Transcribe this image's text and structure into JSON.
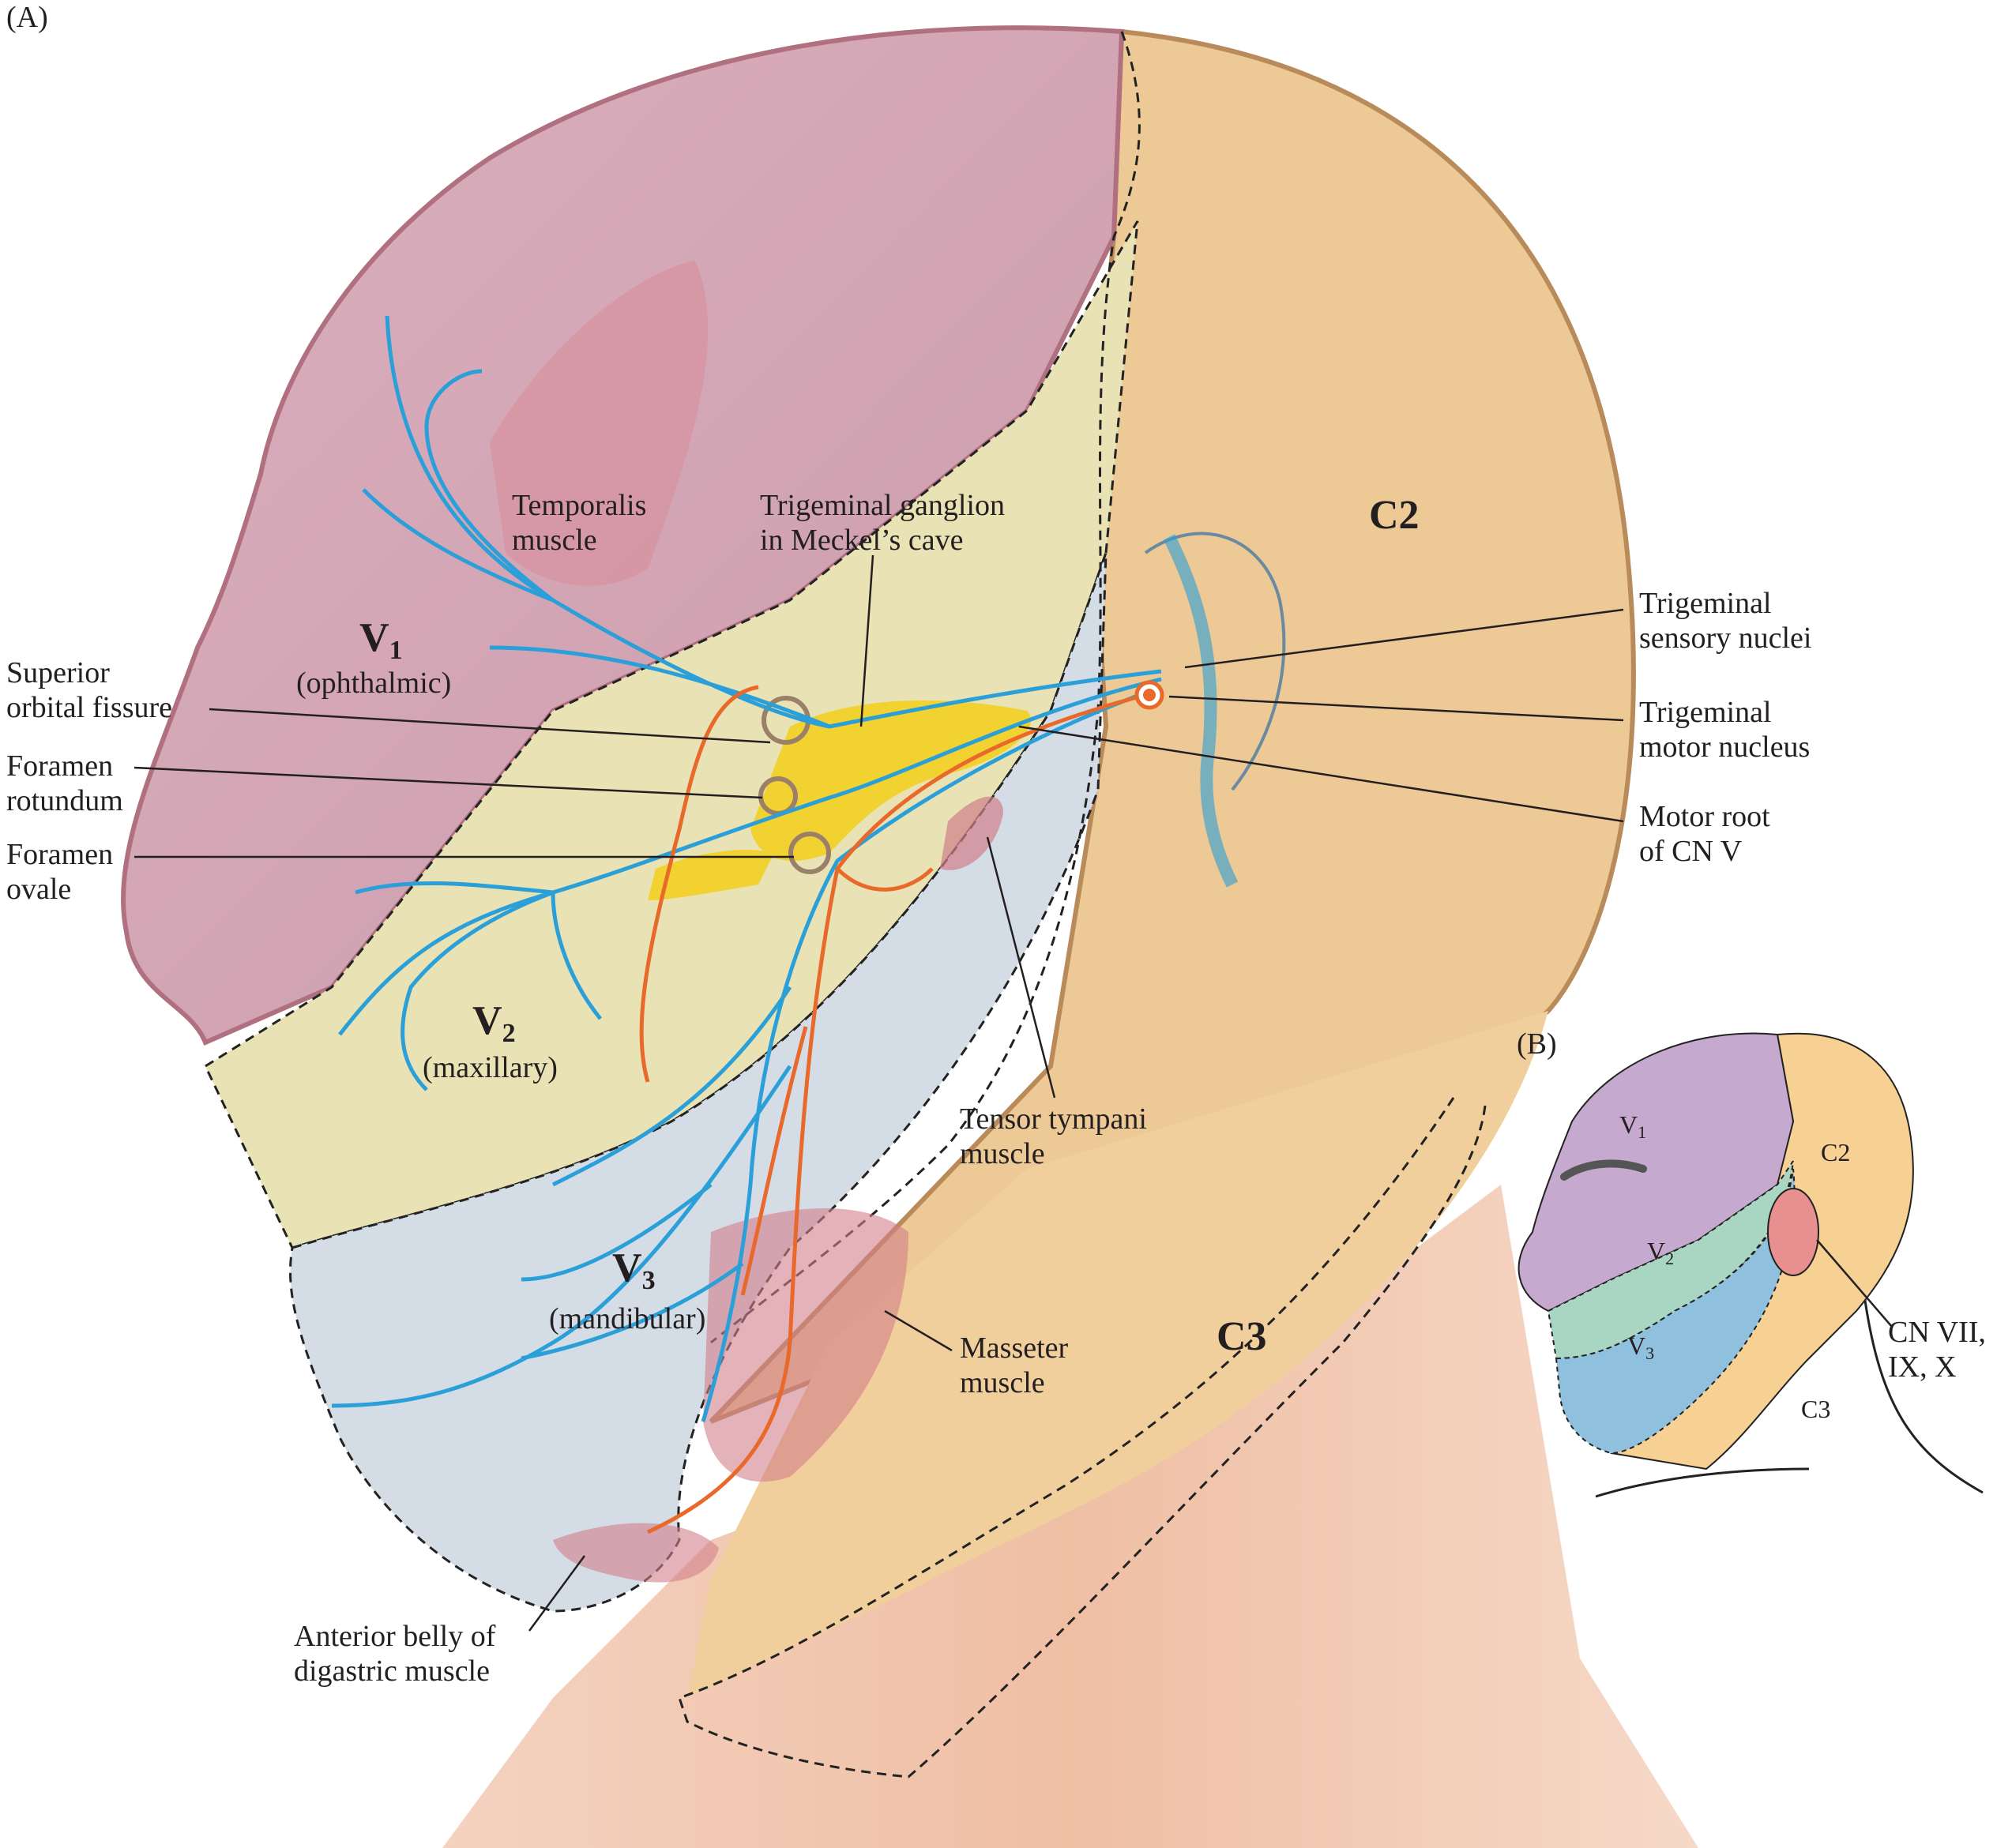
{
  "panel_a": {
    "panel_label": "(A)",
    "regions": {
      "v1": "V",
      "v1_sub": "1",
      "v1_name": "(ophthalmic)",
      "v2": "V",
      "v2_sub": "2",
      "v2_name": "(maxillary)",
      "v3": "V",
      "v3_sub": "3",
      "v3_name": "(mandibular)",
      "c2": "C2",
      "c3": "C3"
    },
    "labels": {
      "temporalis": [
        "Temporalis",
        "muscle"
      ],
      "ganglion": [
        "Trigeminal ganglion",
        "in Meckel’s cave"
      ],
      "superior_orbital": [
        "Superior",
        "orbital fissure"
      ],
      "foramen_rotundum": [
        "Foramen",
        "rotundum"
      ],
      "foramen_ovale": [
        "Foramen",
        "ovale"
      ],
      "sensory_nuclei": [
        "Trigeminal",
        "sensory nuclei"
      ],
      "motor_nucleus": [
        "Trigeminal",
        "motor nucleus"
      ],
      "motor_root": [
        "Motor root",
        "of CN V"
      ],
      "tensor_tympani": [
        "Tensor tympani",
        "muscle"
      ],
      "masseter": [
        "Masseter",
        "muscle"
      ],
      "digastric": [
        "Anterior belly of",
        "digastric muscle"
      ]
    }
  },
  "panel_b": {
    "panel_label": "(B)",
    "v1": "V",
    "v1_sub": "1",
    "v2": "V",
    "v2_sub": "2",
    "v3": "V",
    "v3_sub": "3",
    "c2": "C2",
    "c3": "C3",
    "cn_label": [
      "CN VII,",
      "IX, X"
    ]
  },
  "colors": {
    "sensory_nerve": "#2a9fd8",
    "motor_nerve": "#e8692a",
    "v1_zone": "#d7b7c8",
    "v2_zone_b": "#a9d6c3",
    "v3_zone_b": "#8fc0de",
    "c_zone": "#f3c98f",
    "ganglion": "#f2d230",
    "neck_skin": "#f3cbb4"
  }
}
